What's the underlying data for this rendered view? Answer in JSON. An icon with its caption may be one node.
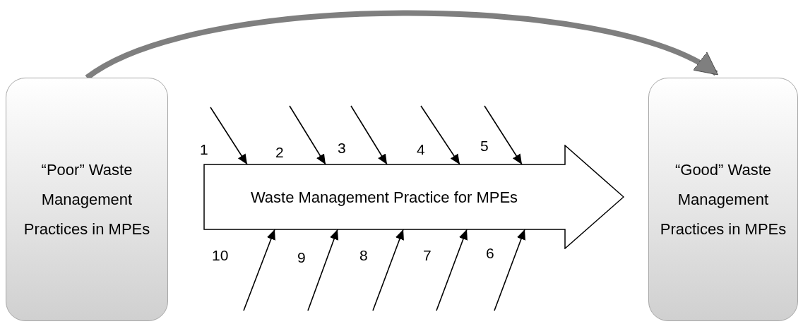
{
  "diagram": {
    "nodes": [
      {
        "text": [
          "“Poor” Waste Management Practices in MPEs"
        ]
      },
      {
        "text": [
          "“Good” Waste Management Practices in MPEs"
        ]
      },
      {
        "text": [
          "Waste Management Practice for MPEs"
        ]
      }
    ],
    "edges": [
      {
        "from": 0,
        "to": 1,
        "arrow": "to",
        "style": "thick",
        "color": "#7f7f7f"
      },
      {
        "from": null,
        "to": 2,
        "arrow": "to",
        "label": "1"
      },
      {
        "from": null,
        "to": 2,
        "arrow": "to",
        "label": "2"
      },
      {
        "from": null,
        "to": 2,
        "arrow": "to",
        "label": "3"
      },
      {
        "from": null,
        "to": 2,
        "arrow": "to",
        "label": "4"
      },
      {
        "from": null,
        "to": 2,
        "arrow": "to",
        "label": "5"
      },
      {
        "from": null,
        "to": 2,
        "arrow": "to",
        "label": "6"
      },
      {
        "from": null,
        "to": 2,
        "arrow": "to",
        "label": "7"
      },
      {
        "from": null,
        "to": 2,
        "arrow": "to",
        "label": "8"
      },
      {
        "from": null,
        "to": 2,
        "arrow": "to",
        "label": "9"
      },
      {
        "from": null,
        "to": 2,
        "arrow": "to",
        "label": "10"
      }
    ]
  }
}
